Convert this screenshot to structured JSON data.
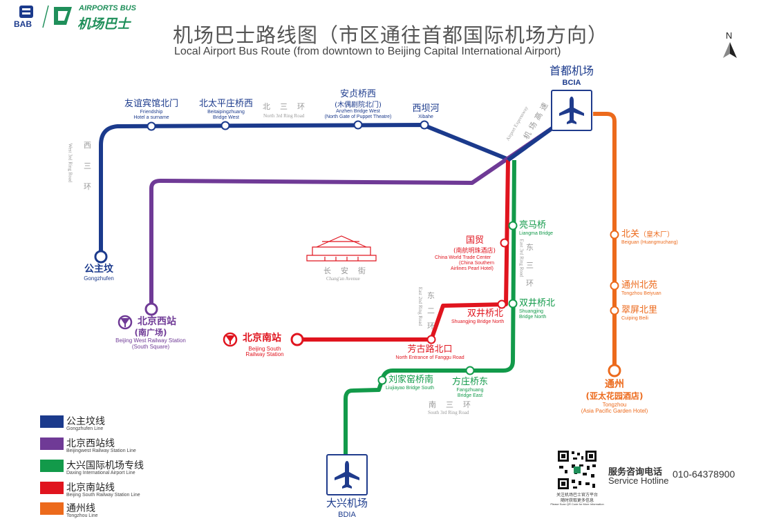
{
  "brand": {
    "logo_code": "BAB",
    "name_en": "AIRPORTS BUS",
    "name_zh": "机场巴士"
  },
  "title": {
    "zh": "机场巴士路线图（市区通往首都国际机场方向）",
    "en": "Local Airport Bus Route (from downtown to Beijing Capital International Airport)"
  },
  "compass": {
    "label": "N"
  },
  "colors": {
    "blue": "#1b3a8c",
    "purple": "#6f3a96",
    "green": "#129a4a",
    "red": "#e0141e",
    "orange": "#ec6a1c",
    "grey": "#a0a0a0"
  },
  "airports": {
    "bcia": {
      "zh": "首都机场",
      "en": "BCIA"
    },
    "bdia": {
      "zh": "大兴机场",
      "en": "BDIA"
    }
  },
  "stops": {
    "gongzhufen": {
      "zh": "公主坟",
      "en": "Gongzhufen"
    },
    "friendship": {
      "zh": "友谊宾馆北门",
      "en1": "Friendship",
      "en2": "Hotel a surname"
    },
    "beitaiping": {
      "zh": "北太平庄桥西",
      "en1": "Beitaipingzhuang",
      "en2": "Bridge West"
    },
    "anzhen": {
      "zh1": "安贞桥西",
      "zh2": "(木偶剧院北门)",
      "en1": "Anzhen Bridge West",
      "en2": "(North Gate of Puppet Theatre)"
    },
    "xibahe": {
      "zh": "西坝河",
      "en": "Xibahe"
    },
    "bjwest": {
      "zh1": "北京西站",
      "zh2": "(南广场)",
      "en1": "Beijing West Railway Station",
      "en2": "(South Square)"
    },
    "liangma": {
      "zh": "亮马桥",
      "en": "Liangma Bridge"
    },
    "guomao": {
      "zh1": "国贸",
      "zh2": "(南航明珠酒店)",
      "en1": "China World Trade Center",
      "en2": "(China Southern",
      "en3": "Airlines Pearl Hotel)"
    },
    "sjqbei_red": {
      "zh": "双井桥北",
      "en": "Shuangjing Bridge North"
    },
    "sjqbei_green": {
      "zh": "双井桥北",
      "en1": "Shuangjing",
      "en2": "Bridge North"
    },
    "bjsouth": {
      "zh": "北京南站",
      "en1": "Beijing South",
      "en2": "Railway Station"
    },
    "fanggu": {
      "zh": "芳古路北口",
      "en": "North Entrance of Fanggu Road"
    },
    "fangzhuang": {
      "zh": "方庄桥东",
      "en1": "Fangzhuang",
      "en2": "Bridge East"
    },
    "liujiayao": {
      "zh": "刘家窑桥南",
      "en": "Liujiayao Bridge South"
    },
    "beiguan": {
      "zh": "北关",
      "zh_sub": "（皇木厂）",
      "en": "Beiguan (Huangmuchang)"
    },
    "tongzhou_beiyuan": {
      "zh": "通州北苑",
      "en": "Tongzhou Beiyuan"
    },
    "cuiping": {
      "zh": "翠屏北里",
      "en": "Cuiping Beili"
    },
    "tongzhou": {
      "zh1": "通州",
      "zh2": "(亚太花园酒店)",
      "en1": "Tongzhou",
      "en2": "(Asia Pacific Garden Hotel)"
    }
  },
  "roads": {
    "north3": {
      "zh": "北三环",
      "en": "North 3rd Ring Road"
    },
    "west3": {
      "zh": "西三环",
      "en": "West 3rd Ring Road"
    },
    "east3": {
      "zh": "东三环",
      "en": "East 3rd Ring Road"
    },
    "east2": {
      "zh": "东二环",
      "en": "East 2nd Ring Road"
    },
    "south3": {
      "zh": "南三环",
      "en": "South 3rd Ring Road"
    },
    "expressway": {
      "zh": "机场高速",
      "en": "Airport Expressway"
    },
    "changan": {
      "zh": "长安街",
      "en": "Chang'an Avenue"
    }
  },
  "legend": [
    {
      "zh": "公主坟线",
      "en": "Gongzhufen Line",
      "color": "#1b3a8c"
    },
    {
      "zh": "北京西站线",
      "en": "Beijingwest Railway Station Line",
      "color": "#6f3a96"
    },
    {
      "zh": "大兴国际机场专线",
      "en": "Daxing International Airport Line",
      "color": "#129a4a"
    },
    {
      "zh": "北京南站线",
      "en": "Beijing South Railway Station Line",
      "color": "#e0141e"
    },
    {
      "zh": "通州线",
      "en": "Tongzhou Line",
      "color": "#ec6a1c"
    }
  ],
  "qr": {
    "caption1": "关注机场巴士官方平台",
    "caption2": "随时获取更多信息",
    "caption3": "Please Scan QR Code for More Information"
  },
  "hotline": {
    "zh": "服务咨询电话",
    "en": "Service Hotline",
    "number": "010-64378900"
  }
}
